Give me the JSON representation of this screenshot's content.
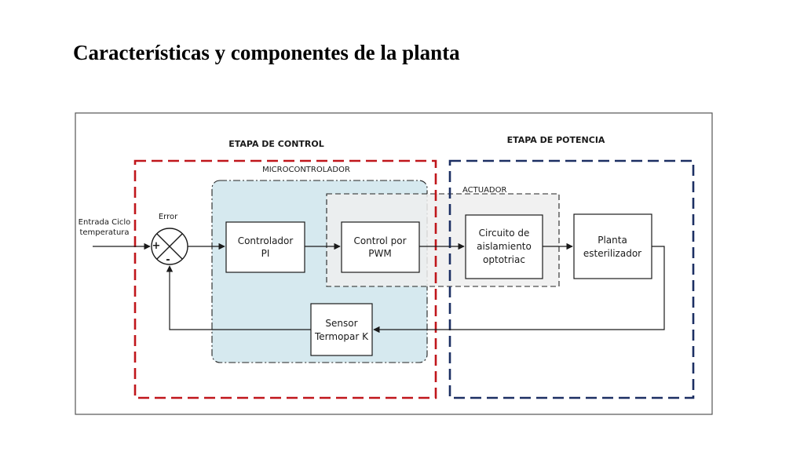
{
  "page": {
    "title": "Características y componentes de la planta"
  },
  "diagram": {
    "regions": {
      "control_stage": "ETAPA DE CONTROL",
      "power_stage": "ETAPA DE POTENCIA",
      "microcontroller": "MICROCONTROLADOR",
      "actuator": "ACTUADOR"
    },
    "input": {
      "line1": "Entrada Ciclo",
      "line2": "temperatura"
    },
    "summing_junction": {
      "label": "Error",
      "plus": "+",
      "minus": "-"
    },
    "blocks": {
      "pi_controller": {
        "line1": "Controlador",
        "line2": "PI"
      },
      "pwm_control": {
        "line1": "Control por",
        "line2": "PWM"
      },
      "isolation_circuit": {
        "line1": "Circuito de",
        "line2": "aislamiento",
        "line3": "optotriac"
      },
      "plant": {
        "line1": "Planta",
        "line2": "esterilizador"
      },
      "sensor": {
        "line1": "Sensor",
        "line2": "Termopar K"
      }
    },
    "colors": {
      "control_stage": "#c0161b",
      "power_stage": "#1c2f63",
      "microcontroller_fill": "#d6e9ef",
      "actuator_fill": "#efefef",
      "line": "#1a1a1a"
    }
  }
}
